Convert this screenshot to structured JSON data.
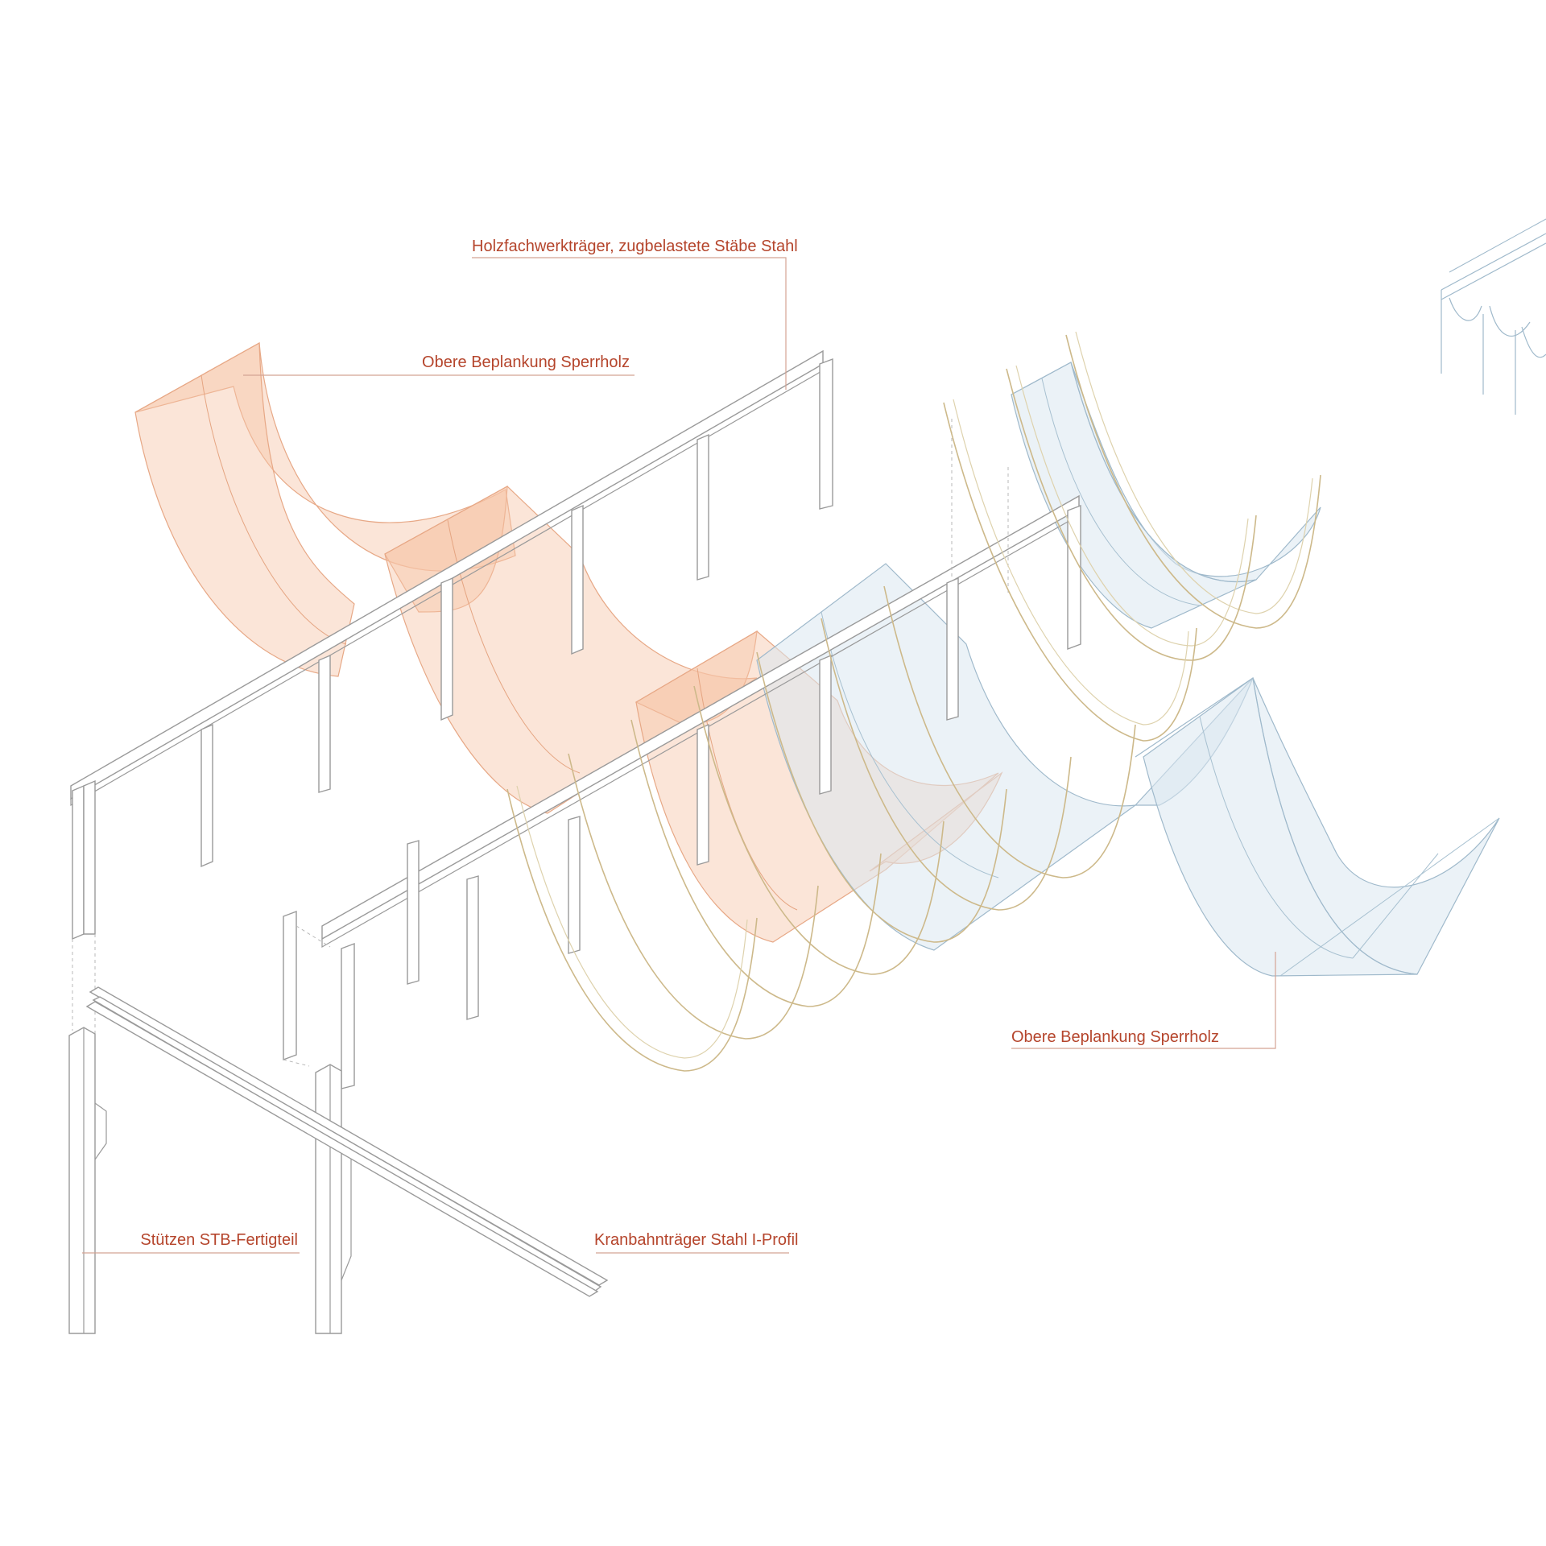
{
  "labels": {
    "truss": "Holzfachwerkträger, zugbelastete Stäbe Stahl",
    "plywood_top": "Obere Beplankung Sperrholz",
    "plywood_bottom": "Obere Beplankung Sperrholz",
    "columns": "Stützen STB-Fertigteil",
    "crane_beam": "Kranbahnträger Stahl I-Profil"
  },
  "colors": {
    "label": "#b5452c",
    "plywood_orange": "#f6c6a8",
    "plywood_blue": "#dbe8f0",
    "timber_rib": "#cdb98a",
    "structure_line": "#9a9a9a"
  }
}
